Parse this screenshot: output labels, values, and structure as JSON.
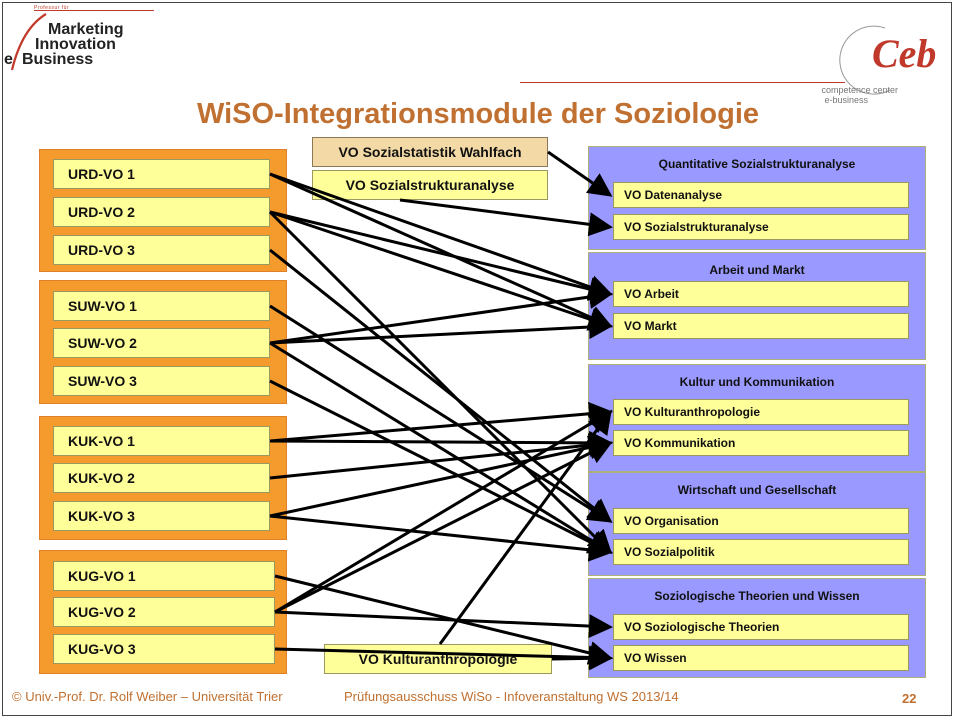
{
  "header": {
    "logo_small": "Professur für",
    "logo_lines": [
      "Marketing",
      "Innovation",
      "e",
      "Business"
    ],
    "ceb_mark": "Ceb",
    "ceb_line1": "competence center",
    "ceb_line2": "e-business"
  },
  "title": "WiSO-Integrationsmodule der Soziologie",
  "left_groups": [
    {
      "items": [
        "URD-VO 1",
        "URD-VO 2",
        "URD-VO 3"
      ]
    },
    {
      "items": [
        "SUW-VO 1",
        "SUW-VO 2",
        "SUW-VO 3"
      ]
    },
    {
      "items": [
        "KUK-VO 1",
        "KUK-VO 2",
        "KUK-VO 3"
      ]
    },
    {
      "items": [
        "KUG-VO 1",
        "KUG-VO 2",
        "KUG-VO 3"
      ]
    }
  ],
  "middle": {
    "wahlfach": "VO Sozialstatistik Wahlfach",
    "sozialstruktur": "VO Sozialstrukturanalyse",
    "kulturanthro": "VO Kulturanthropologie"
  },
  "right_panels": [
    {
      "title": "Quantitative Sozialstrukturanalyse",
      "items": [
        "VO Datenanalyse",
        "VO Sozialstrukturanalyse"
      ]
    },
    {
      "title": "Arbeit und Markt",
      "items": [
        "VO Arbeit",
        "VO Markt"
      ]
    },
    {
      "title": "Kultur und Kommunikation",
      "items": [
        "VO Kulturanthropologie",
        "VO Kommunikation"
      ]
    },
    {
      "title": "Wirtschaft und Gesellschaft",
      "items": [
        "VO Organisation",
        "VO Sozialpolitik"
      ]
    },
    {
      "title": "Soziologische Theorien und Wissen",
      "items": [
        "VO Soziologische Theorien",
        "VO Wissen"
      ]
    }
  ],
  "footer": {
    "copyright": "© Univ.-Prof. Dr. Rolf Weiber – Universität Trier",
    "event": "Prüfungsausschuss WiSo - Infoveranstaltung WS 2013/14",
    "page": "22"
  },
  "colors": {
    "orange": "#f59a2c",
    "yellow": "#ffff99",
    "panel_blue": "#9999ff",
    "title": "#c07030"
  }
}
